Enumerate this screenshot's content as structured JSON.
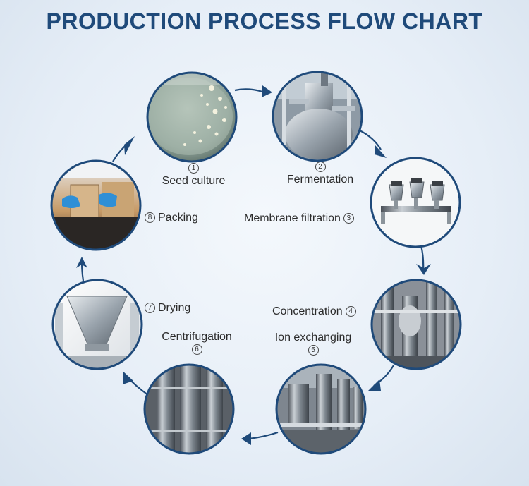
{
  "title": "PRODUCTION PROCESS FLOW CHART",
  "colors": {
    "title": "#1f4a7a",
    "ring": "#1f4a7a",
    "arrow": "#1f4a7a"
  },
  "steps": [
    {
      "num": "1",
      "label": "Seed culture"
    },
    {
      "num": "2",
      "label": "Fermentation"
    },
    {
      "num": "3",
      "label": "Membrane filtration"
    },
    {
      "num": "4",
      "label": "Concentration"
    },
    {
      "num": "5",
      "label": "Ion exchanging"
    },
    {
      "num": "6",
      "label": "Centrifugation"
    },
    {
      "num": "7",
      "label": "Drying"
    },
    {
      "num": "8",
      "label": "Packing"
    }
  ]
}
